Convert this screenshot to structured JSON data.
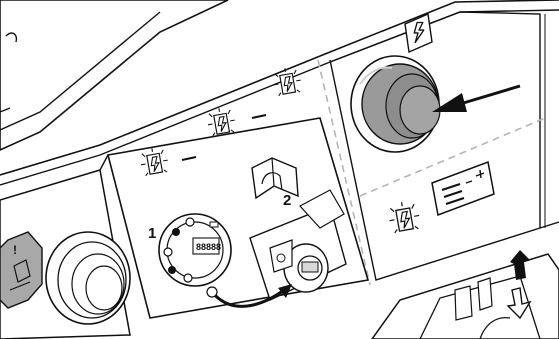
{
  "labels": {
    "step_1": "1",
    "step_2": "2",
    "display_digits": "88888"
  },
  "icons": [
    "lightning-warning-icon",
    "indicator-lamp-icon",
    "manual-book-icon",
    "battery-icon",
    "ignition-key-icon",
    "arrow-pointer-icon",
    "arrow-up-icon",
    "arrow-down-icon",
    "seat-warning-icon"
  ],
  "colors": {
    "line": "#111111",
    "button_fill": "#9a9a9a",
    "panel": "#ffffff",
    "dashed": "#b5b5b5",
    "badge": "#a8a8a8"
  }
}
